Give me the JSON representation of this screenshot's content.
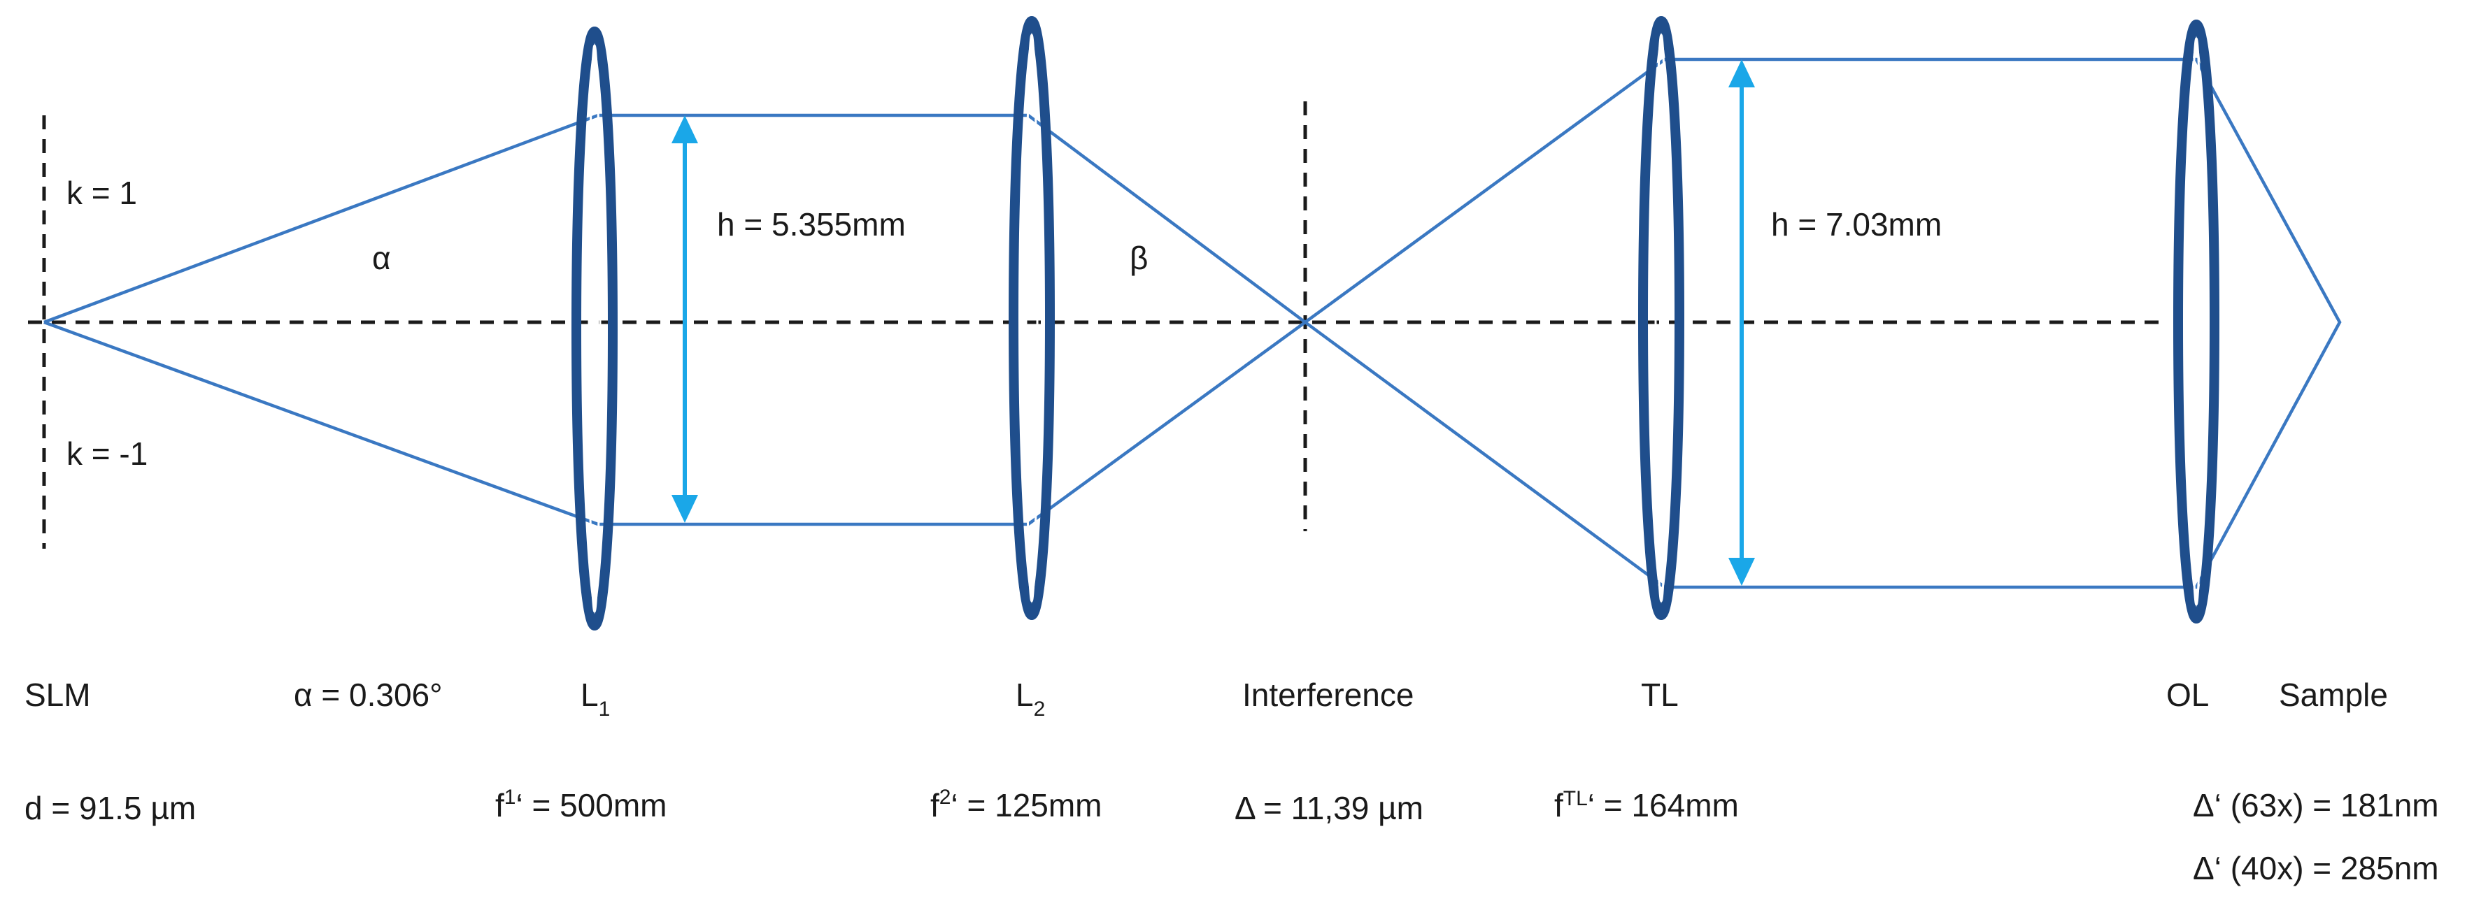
{
  "colors": {
    "ray": "#3a78c2",
    "lens": "#1f4e8c",
    "height_arrow": "#1aa7e8",
    "text": "#1a1a1a"
  },
  "labels": {
    "k_plus": "k = 1",
    "k_minus": "k = -1",
    "alpha_symbol": "α",
    "beta_symbol": "β",
    "h1": "h = 5.355mm",
    "h2": "h = 7.03mm",
    "slm": "SLM",
    "alpha_value": "α = 0.306°",
    "l1": "L",
    "l1_sub": "1",
    "l2": "L",
    "l2_sub": "2",
    "interference": "Interference",
    "tl": "TL",
    "ol": "OL",
    "sample": "Sample",
    "d_value": "d = 91.5 µm",
    "f1_pre": "f",
    "f1_sub": "1",
    "f1_post": "‘ = 500mm",
    "f2_pre": "f",
    "f2_sub": "2",
    "f2_post": "‘ = 125mm",
    "delta_value": "Δ = 11,39 µm",
    "ftl_pre": "f",
    "ftl_sub": "TL",
    "ftl_post": "‘ = 164mm",
    "delta63": "Δ‘ (63x) = 181nm",
    "delta40": "Δ‘ (40x) = 285nm"
  }
}
